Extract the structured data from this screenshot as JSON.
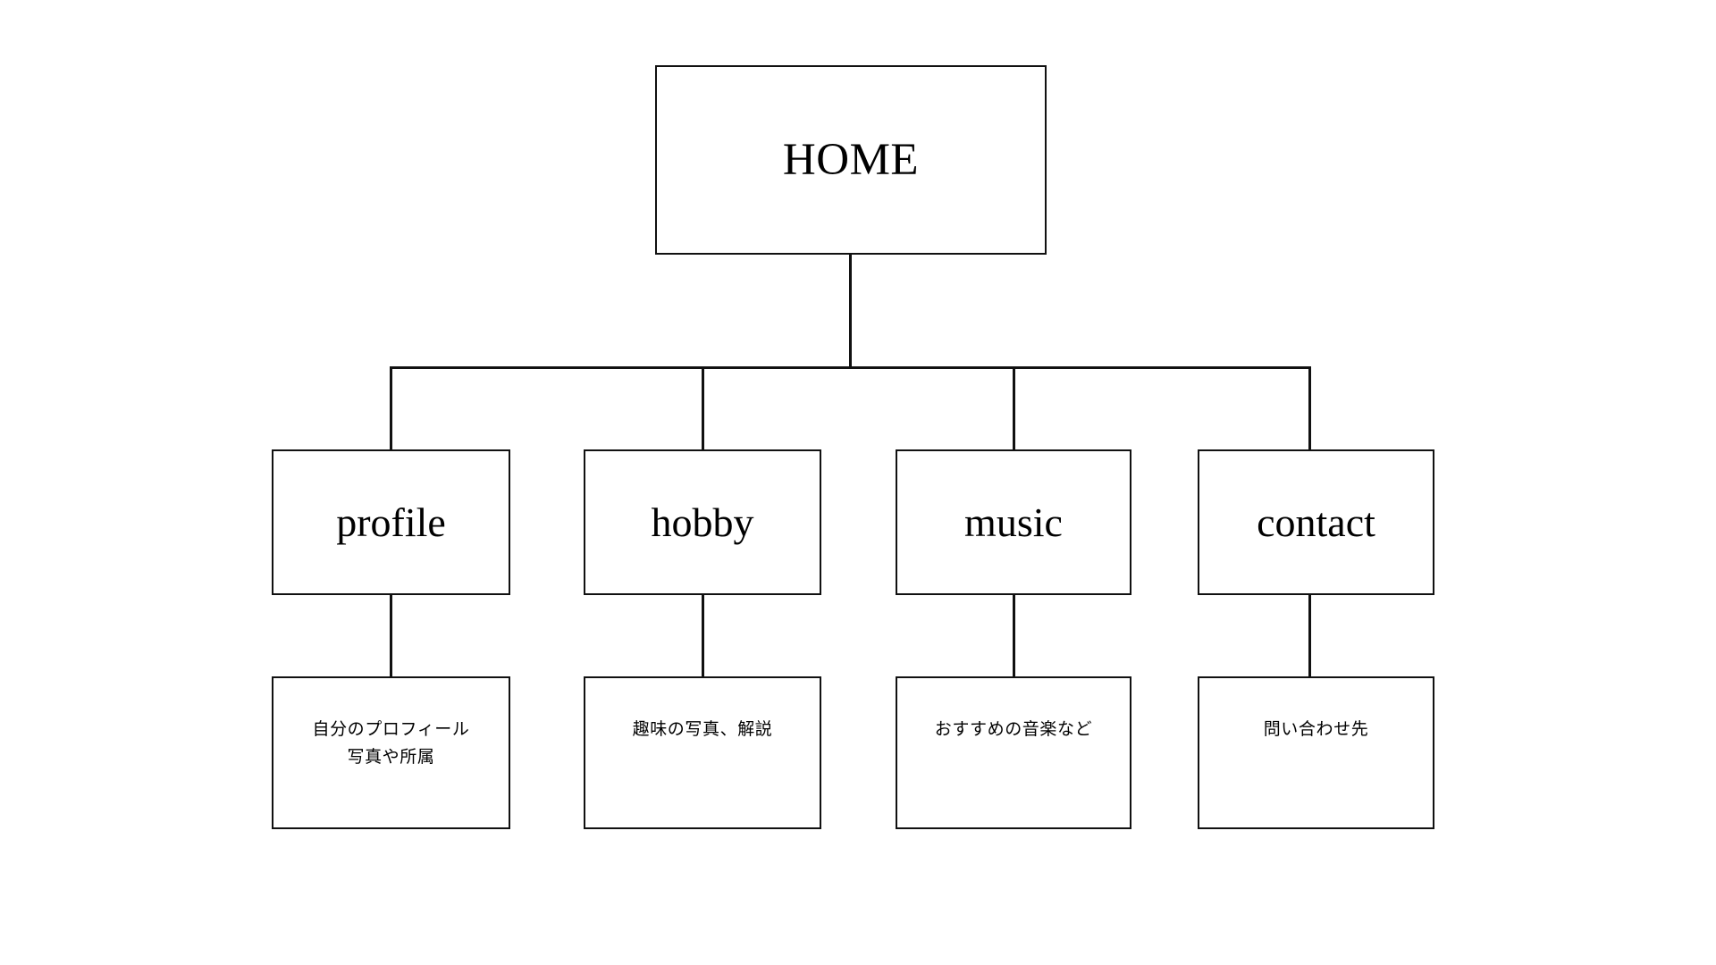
{
  "diagram": {
    "title_text": "HOME",
    "type": "site-map-tree",
    "background_color": "#ffffff",
    "line_color": "#111111",
    "root": {
      "label": "HOME"
    },
    "sections": [
      {
        "label": "profile",
        "description": "自分のプロフィール\n写真や所属"
      },
      {
        "label": "hobby",
        "description": "趣味の写真、解説"
      },
      {
        "label": "music",
        "description": "おすすめの音楽など"
      },
      {
        "label": "contact",
        "description": "問い合わせ先"
      }
    ]
  }
}
